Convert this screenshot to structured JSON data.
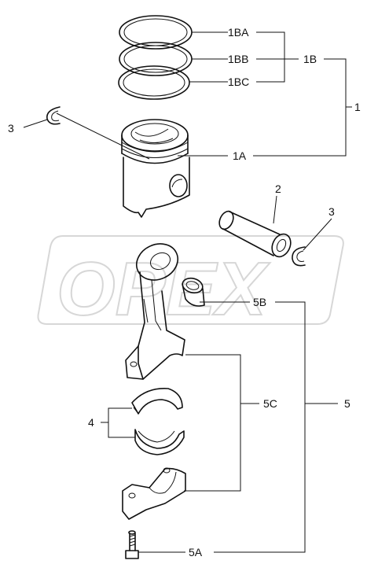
{
  "watermark": "OPEX",
  "labels": {
    "l1": "1",
    "l1A": "1A",
    "l1B": "1B",
    "l1BA": "1BA",
    "l1BB": "1BB",
    "l1BC": "1BC",
    "l2": "2",
    "l3_left": "3",
    "l3_right": "3",
    "l4": "4",
    "l5": "5",
    "l5A": "5A",
    "l5B": "5B",
    "l5C": "5C"
  }
}
